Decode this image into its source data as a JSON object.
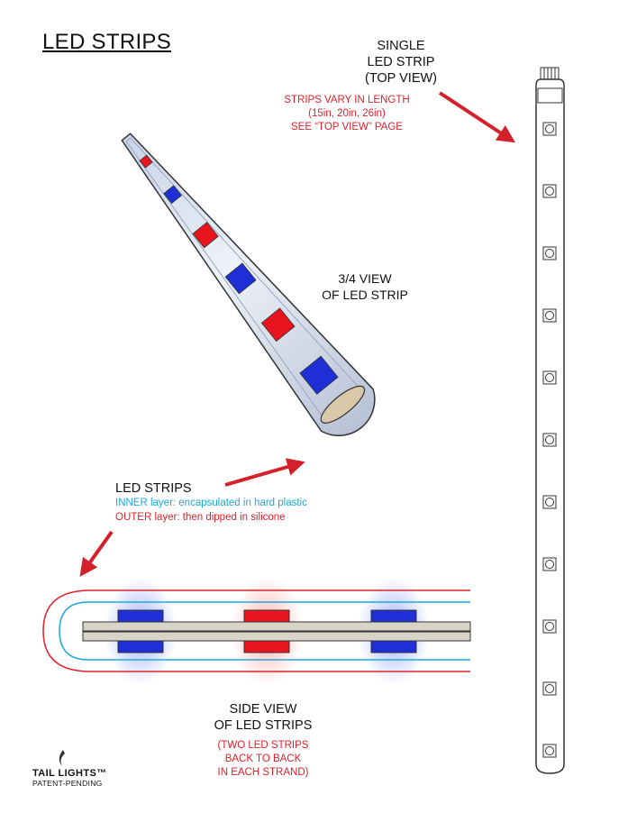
{
  "title": "LED STRIPS",
  "top_view": {
    "label_line1": "SINGLE",
    "label_line2": "LED STRIP",
    "label_line3": "(TOP VIEW)",
    "note_line1": "STRIPS VARY IN LENGTH",
    "note_line2": "(15in, 20in, 26in)",
    "note_line3": "SEE “TOP VIEW” PAGE"
  },
  "three_quarter_view": {
    "label_line1": "3/4 VIEW",
    "label_line2": "OF LED STRIP"
  },
  "layers": {
    "heading": "LED STRIPS",
    "inner": "INNER layer: encapsulated in hard plastic",
    "outer": "OUTER layer: then dipped in silicone"
  },
  "side_view": {
    "label_line1": "SIDE VIEW",
    "label_line2": "OF LED STRIPS",
    "note_line1": "(TWO LED STRIPS",
    "note_line2": "BACK TO BACK",
    "note_line3": "IN EACH STRAND)"
  },
  "logo": {
    "name": "TAIL LIGHTS™",
    "sub": "PATENT-PENDING"
  },
  "colors": {
    "red": "#e0202a",
    "blue": "#1fa7d8",
    "led_red": "#e8141e",
    "led_blue": "#1f2fd6"
  }
}
